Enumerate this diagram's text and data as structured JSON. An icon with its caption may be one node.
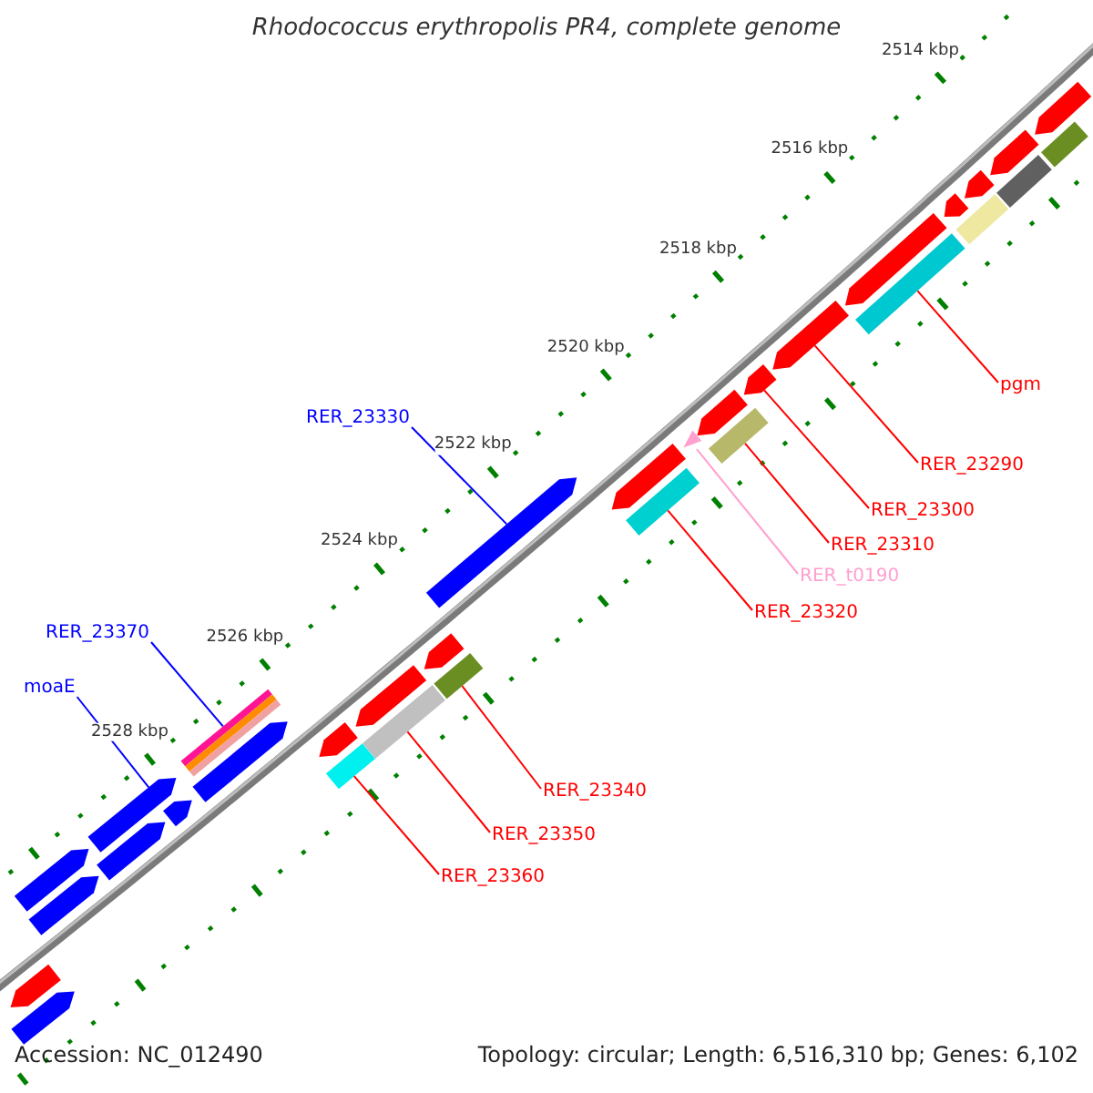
{
  "diagram": {
    "title": "Rhodococcus erythropolis PR4, complete genome",
    "nodes": [
      {
        "text": [
          "pgm"
        ]
      },
      {
        "text": [
          "RER_23330"
        ]
      },
      {
        "text": [
          "RER_23290"
        ]
      },
      {
        "text": [
          "RER_23300"
        ]
      },
      {
        "text": [
          "RER_23310"
        ]
      },
      {
        "text": [
          "RER_t0190"
        ]
      },
      {
        "text": [
          "RER_23320"
        ]
      },
      {
        "text": [
          "RER_23370"
        ]
      },
      {
        "text": [
          "moaE"
        ]
      },
      {
        "text": [
          "RER_23340"
        ]
      },
      {
        "text": [
          "RER_23350"
        ]
      },
      {
        "text": [
          "RER_23360"
        ]
      },
      {
        "text": [],
        "shape": "arrow"
      },
      {
        "text": [],
        "shape": "arrow"
      },
      {
        "text": [],
        "shape": "arrow"
      },
      {
        "text": [],
        "shape": "arrow"
      },
      {
        "text": [],
        "shape": "arrow"
      },
      {
        "text": [],
        "shape": "arrow"
      },
      {
        "text": [],
        "shape": "arrow"
      },
      {
        "text": [],
        "shape": "arrow"
      },
      {
        "text": [],
        "shape": "bar"
      },
      {
        "text": [],
        "shape": "bar"
      },
      {
        "text": [],
        "shape": "arrow"
      },
      {
        "text": [],
        "shape": "bar"
      },
      {
        "text": [],
        "shape": "arrow"
      },
      {
        "text": [],
        "shape": "bar"
      },
      {
        "text": [],
        "shape": "arrow"
      },
      {
        "text": [],
        "shape": "arrow"
      },
      {
        "text": [],
        "shape": "arrow"
      },
      {
        "text": [],
        "shape": "bar"
      },
      {
        "text": [],
        "shape": "triangle"
      },
      {
        "text": [],
        "shape": "arrow"
      },
      {
        "text": [],
        "shape": "bar"
      },
      {
        "text": [],
        "shape": "arrow"
      },
      {
        "text": [],
        "shape": "arrow"
      },
      {
        "text": [],
        "shape": "bar"
      },
      {
        "text": [],
        "shape": "arrow"
      },
      {
        "text": [],
        "shape": "arrow"
      },
      {
        "text": [],
        "shape": "bar"
      },
      {
        "text": [],
        "shape": "arrow"
      },
      {
        "text": [],
        "shape": "bar"
      },
      {
        "text": [],
        "shape": "arrow"
      },
      {
        "text": [],
        "shape": "bar"
      },
      {
        "text": [],
        "shape": "arrow"
      }
    ],
    "edges": [
      {
        "from": 0,
        "to": 35,
        "arrow": "none"
      },
      {
        "from": 1,
        "to": 27,
        "arrow": "none",
        "color": "#0000ff"
      },
      {
        "from": 2,
        "to": 34,
        "arrow": "none"
      },
      {
        "from": 3,
        "to": 33,
        "arrow": "none"
      },
      {
        "from": 4,
        "to": 32,
        "arrow": "none"
      },
      {
        "from": 5,
        "to": 30,
        "arrow": "none",
        "color": "#ffa0d0"
      },
      {
        "from": 6,
        "to": 29,
        "arrow": "none"
      },
      {
        "from": 7,
        "to": 20,
        "arrow": "none",
        "color": "#0000ff"
      },
      {
        "from": 8,
        "to": 17,
        "arrow": "none",
        "color": "#0000ff"
      },
      {
        "from": 9,
        "to": 25,
        "arrow": "none"
      },
      {
        "from": 10,
        "to": 23,
        "arrow": "none"
      },
      {
        "from": 11,
        "to": 21,
        "arrow": "none"
      }
    ],
    "labels": [
      "2514 kbp",
      "2516 kbp",
      "2518 kbp",
      "2520 kbp",
      "2522 kbp",
      "2524 kbp",
      "2526 kbp",
      "2528 kbp",
      "Accession: NC_012490",
      "Topology: circular; Length: 6,516,310 bp; Genes: 6,102"
    ]
  }
}
